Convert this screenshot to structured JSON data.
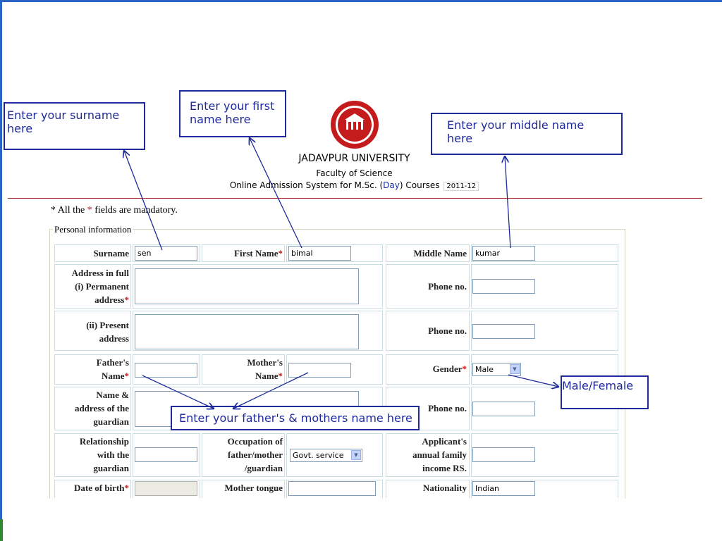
{
  "header": {
    "university": "JADAVPUR UNIVERSITY",
    "faculty": "Faculty of Science",
    "system_prefix": "Online Admission System for M.Sc. (",
    "system_day": "Day",
    "system_suffix": ") Courses",
    "year": "2011-12"
  },
  "mandatory_note": {
    "prefix": "* All the ",
    "star": "*",
    "suffix": " fields are mandatory."
  },
  "section": {
    "legend": "Personal information"
  },
  "labels": {
    "surname": "Surname",
    "first_name": "First Name",
    "middle_name": "Middle Name",
    "address_perm_1": "Address in full",
    "address_perm_2": "(i) Permanent",
    "address_perm_3": "address",
    "phone": "Phone no.",
    "address_present_1": "(ii) Present",
    "address_present_2": "address",
    "father_1": "Father's",
    "father_2": "Name",
    "mother_1": "Mother's",
    "mother_2": "Name",
    "gender": "Gender",
    "guardian_1": "Name &",
    "guardian_2": "address of the",
    "guardian_3": "guardian",
    "relation_1": "Relationship",
    "relation_2": "with the",
    "relation_3": "guardian",
    "occupation_1": "Occupation of",
    "occupation_2": "father/mother",
    "occupation_3": "/guardian",
    "income_1": "Applicant's",
    "income_2": "annual family",
    "income_3": "income RS.",
    "dob": "Date of birth",
    "mother_tongue": "Mother tongue",
    "nationality": "Nationality",
    "star": "*"
  },
  "values": {
    "surname": "sen",
    "first_name": "bimal",
    "middle_name": "kumar",
    "gender": "Male",
    "occupation": "Govt. service",
    "nationality": "Indian"
  },
  "callouts": {
    "surname": "Enter your surname here",
    "first_name": "Enter your first name here",
    "middle_name": "Enter your middle name here",
    "gender": "Male/Female",
    "parents": "Enter your father's & mothers name here"
  },
  "colors": {
    "accent": "#1e2a9a",
    "rule": "#b02020",
    "mandatory": "#d01010"
  }
}
